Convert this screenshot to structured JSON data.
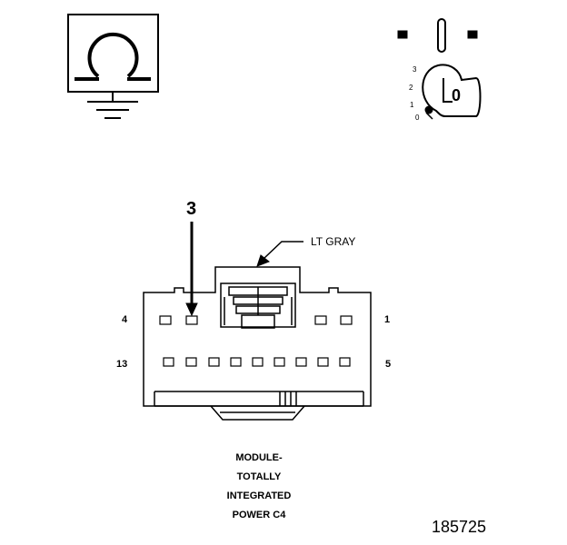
{
  "callout": {
    "pin": "3"
  },
  "wire_color": "LT GRAY",
  "pin_labels": {
    "top_left": "4",
    "top_right": "1",
    "bottom_left": "13",
    "bottom_right": "5"
  },
  "ignition_positions": [
    "3",
    "2",
    "1",
    "0"
  ],
  "key_label": "0",
  "caption": [
    "MODULE-",
    "TOTALLY",
    "INTEGRATED",
    "POWER C4"
  ],
  "figure_number": "185725",
  "icons": [
    "ohm-meter-ground-icon",
    "ignition-off-key-icon",
    "connector-face-view"
  ]
}
